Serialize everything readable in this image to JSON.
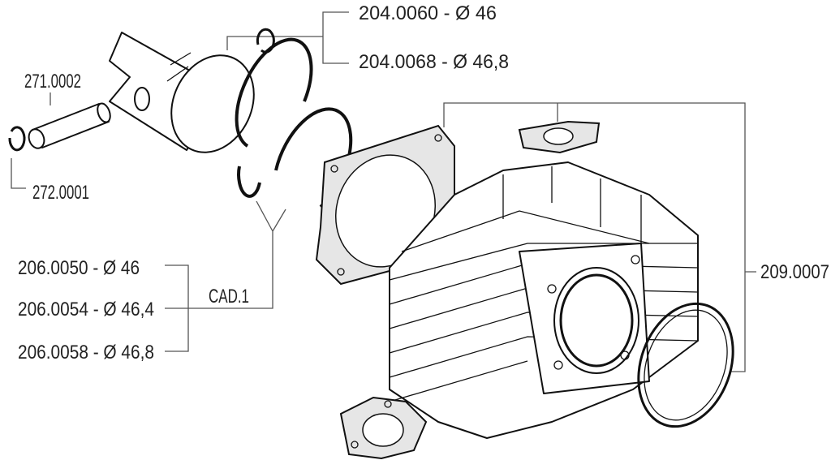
{
  "diagram": {
    "labels": {
      "piston_a": "204.0060 - Ø 46",
      "piston_b": "204.0068 - Ø 46,8",
      "pin": "271.0002",
      "clip": "272.0001",
      "ring_a": "206.0050 - Ø 46",
      "ring_b": "206.0054 - Ø 46,4",
      "ring_c": "206.0058 - Ø 46,8",
      "ring_qty": "CAD.1",
      "cylinder_kit": "209.0007"
    }
  }
}
